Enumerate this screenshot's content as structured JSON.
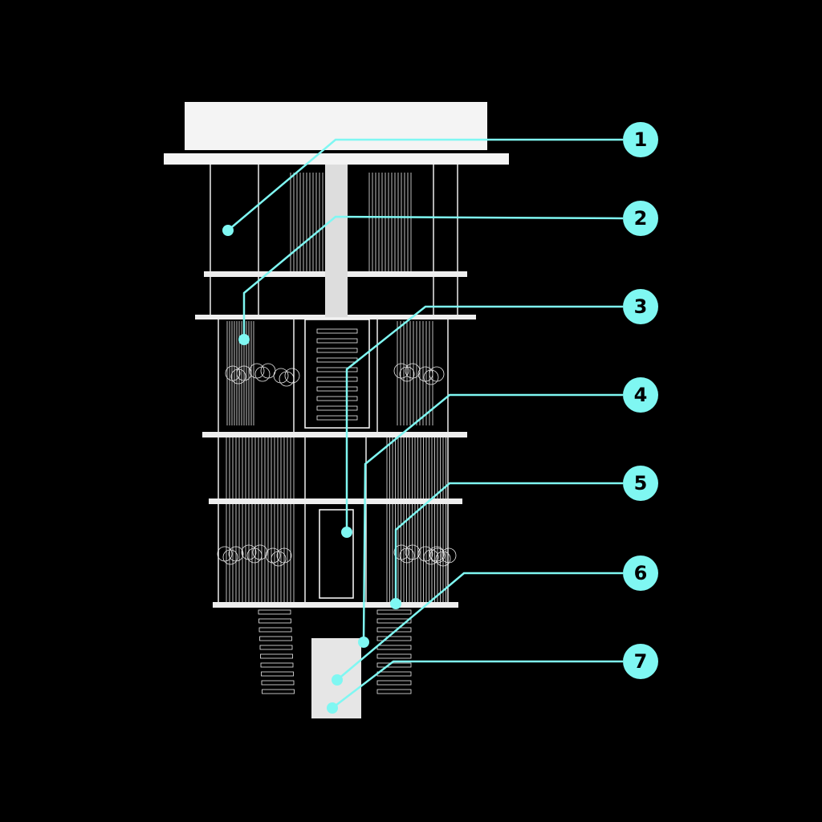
{
  "colors": {
    "background": "#000000",
    "accent": "#7ff7f2",
    "structure": "#f2f2f2"
  },
  "callouts": [
    {
      "label": "1"
    },
    {
      "label": "2"
    },
    {
      "label": "3"
    },
    {
      "label": "4"
    },
    {
      "label": "5"
    },
    {
      "label": "6"
    },
    {
      "label": "7"
    }
  ]
}
